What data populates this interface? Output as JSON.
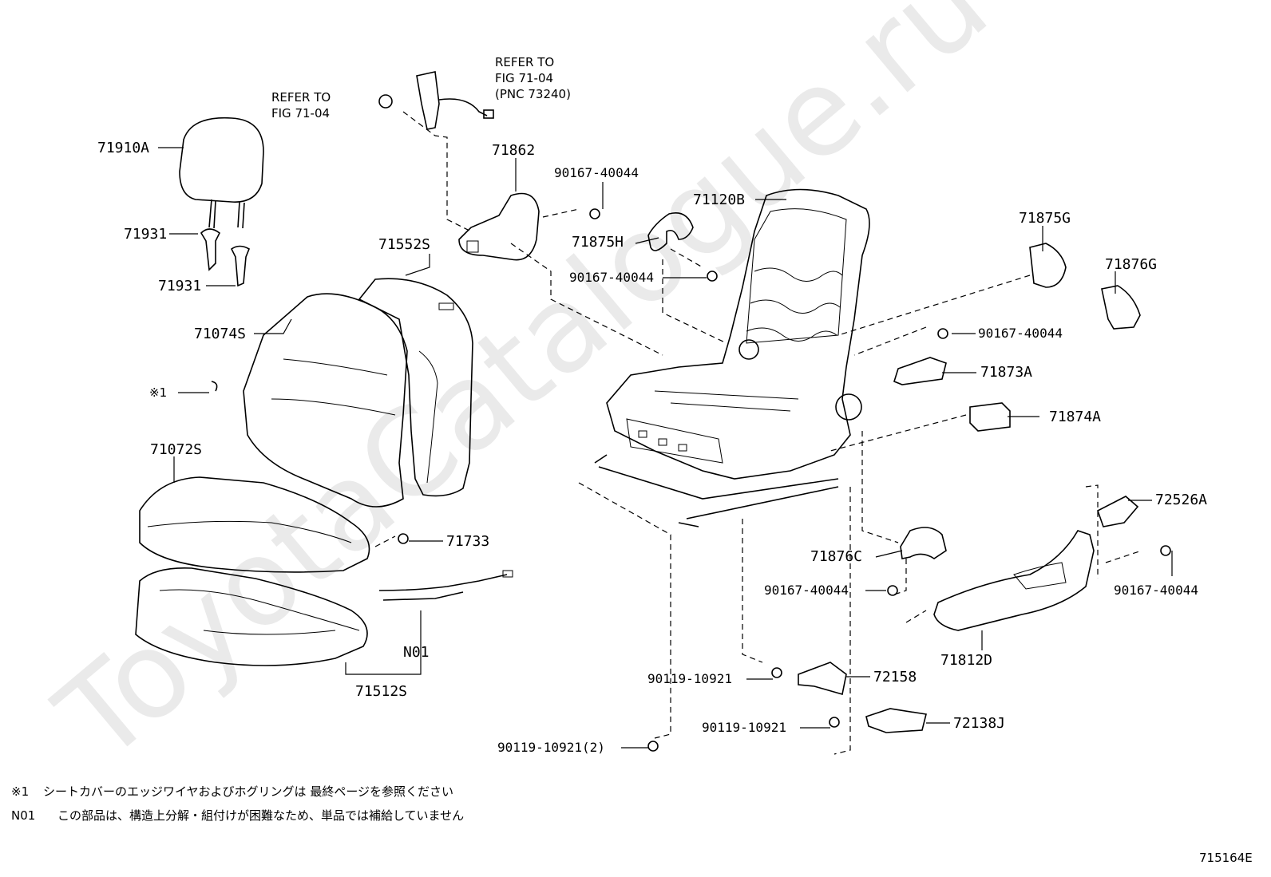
{
  "watermark": "ToyotaCatalogue.ru",
  "refer_labels": {
    "seatbelt_line1": "REFER TO",
    "seatbelt_line2": "FIG 71-04",
    "seatbelt_line3": "(PNC 73240)",
    "anchor_line1": "REFER TO",
    "anchor_line2": "FIG 71-04"
  },
  "parts": {
    "p71910A": "71910A",
    "p71931_a": "71931",
    "p71931_b": "71931",
    "p71862": "71862",
    "p90167_a": "90167-40044",
    "p71120B": "71120B",
    "p71875H": "71875H",
    "p90167_b": "90167-40044",
    "p71552S": "71552S",
    "p71074S": "71074S",
    "p71875G": "71875G",
    "p71876G": "71876G",
    "p90167_c": "90167-40044",
    "p71873A": "71873A",
    "p71874A": "71874A",
    "note1_mark": "※1",
    "p71072S": "71072S",
    "p71733": "71733",
    "p72526A": "72526A",
    "p71876C": "71876C",
    "p90167_d": "90167-40044",
    "p90167_e": "90167-40044",
    "pN01": "N01",
    "p71512S": "71512S",
    "p71812D": "71812D",
    "p90119_a": "90119-10921",
    "p72158": "72158",
    "p90119_b": "90119-10921",
    "p72138J": "72138J",
    "p90119_c": "90119-10921(2)"
  },
  "notes": {
    "note1_key": "※1",
    "note1_text": "シートカバーのエッジワイヤおよびホグリングは 最終ページを参照ください",
    "noteN01_key": "N01",
    "noteN01_text": "この部品は、構造上分解・組付けが困難なため、単品では補給していません"
  },
  "figure_id": "715164E"
}
